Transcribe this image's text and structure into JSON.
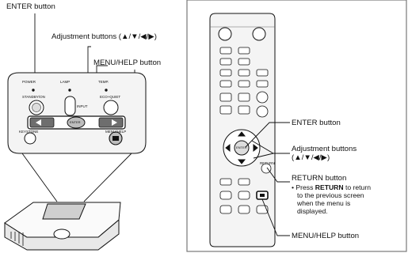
{
  "left": {
    "enter_label": "ENTER button",
    "adjust_label": "Adjustment buttons (▲/▼/◀/▶)",
    "menu_label": "MENU/HELP button",
    "panel": {
      "power": "POWER",
      "lamp": "LAMP",
      "temp": "TEMP.",
      "standby_on": "STANDBY/ON",
      "eco_quiet": "ECO+QUIET",
      "input": "INPUT",
      "enter": "ENTER",
      "keystone": "KEYSTONE",
      "menu_help": "MENU/HELP"
    }
  },
  "right": {
    "enter_label": "ENTER button",
    "adjust_label_line1": "Adjustment buttons",
    "adjust_label_line2": "(▲/▼/◀/▶)",
    "return_label": "RETURN button",
    "note_prefix": "Press ",
    "note_bold": "RETURN",
    "note_rest": " to return",
    "note_line2": "to the previous screen",
    "note_line3": "when the menu is",
    "note_line4": "displayed.",
    "menu_label": "MENU/HELP button",
    "remote_return": "RETURN",
    "remote_enter": "ENTER"
  },
  "colors": {
    "line": "#111111",
    "panel_fill": "#f4f4f4",
    "button_gray": "#bdbdbd",
    "button_dark": "#6e6e6e"
  }
}
